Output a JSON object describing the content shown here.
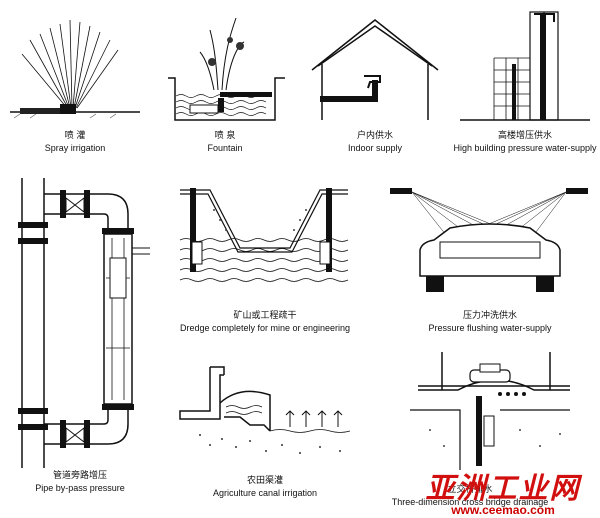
{
  "panels": [
    {
      "cn": "喷 灌",
      "en": "Spray irrigation"
    },
    {
      "cn": "喷 泉",
      "en": "Fountain"
    },
    {
      "cn": "户内供水",
      "en": "Indoor supply"
    },
    {
      "cn": "高楼增压供水",
      "en": "High building pressure water-supply"
    },
    {
      "cn": "管道旁路增压",
      "en": "Pipe by-pass pressure"
    },
    {
      "cn": "矿山或工程疏干",
      "en": "Dredge completely for mine or engineering"
    },
    {
      "cn": "压力冲洗供水",
      "en": "Pressure flushing water-supply"
    },
    {
      "cn": "农田渠灌",
      "en": "Agriculture canal irrigation"
    },
    {
      "cn": "立交桥排水",
      "en": "Three-dimension cross bridge drainage"
    }
  ],
  "watermark": {
    "logo": "亚洲工业网",
    "url": "www.ceemao.com"
  },
  "colors": {
    "line": "#111111",
    "watermark": "#d20f0f"
  }
}
